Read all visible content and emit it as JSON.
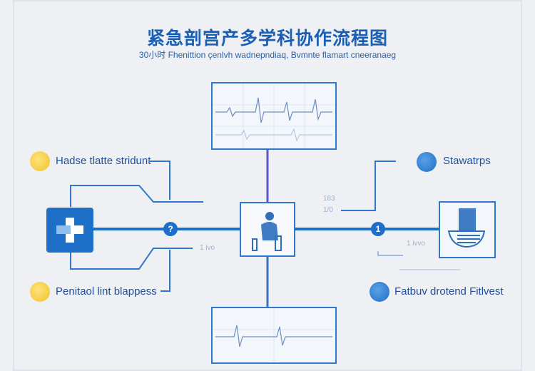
{
  "title": "紧急剖宫产多学科协作流程图",
  "subtitle": "30小时 Fhenittion çenlvh wadnepndiaq, Bvmnte flamart cneeranaeg",
  "nodes": {
    "top_left_label": "Hadse tlatte stridunt",
    "bottom_left_label": "Penitaol lint blappess",
    "top_right_label": "Stawatrps",
    "bottom_right_label": "Fatbuv drotend Fitlvest"
  },
  "badges": {
    "left": "?",
    "right": "1"
  },
  "faint_text": {
    "a": "183",
    "b": "1/0",
    "c": "1 ivvo",
    "d": "1 ivo"
  },
  "colors": {
    "primary": "#1e6fc8",
    "title": "#1a5fb4",
    "accent_yellow": "#f0c02a"
  }
}
